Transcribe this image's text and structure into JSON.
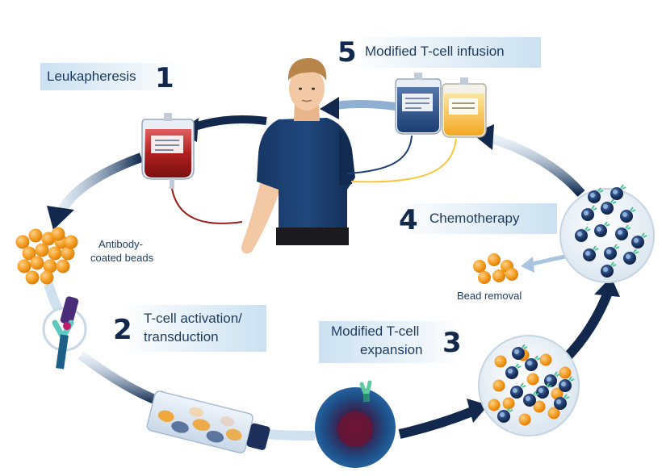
{
  "steps": [
    {
      "number": "1",
      "label": "Leukapheresis"
    },
    {
      "number": "2",
      "label_line1": "T-cell activation/",
      "label_line2": "transduction"
    },
    {
      "number": "3",
      "label_line1": "Modified T-cell",
      "label_line2": "expansion"
    },
    {
      "number": "4",
      "label": "Chemotherapy"
    },
    {
      "number": "5",
      "label": "Modified T-cell infusion"
    }
  ],
  "annotations": {
    "beads_line1": "Antibody-",
    "beads_line2": "coated beads",
    "bead_removal": "Bead removal"
  },
  "colors": {
    "arrow_dark": "#12294d",
    "band": "#c8dff0",
    "blood": "#9b1c1c",
    "bead": "#f39c1f",
    "cell_dark": "#1a2e52",
    "infusion_blue": "#1e3f73",
    "infusion_yellow": "#f7c63a"
  }
}
